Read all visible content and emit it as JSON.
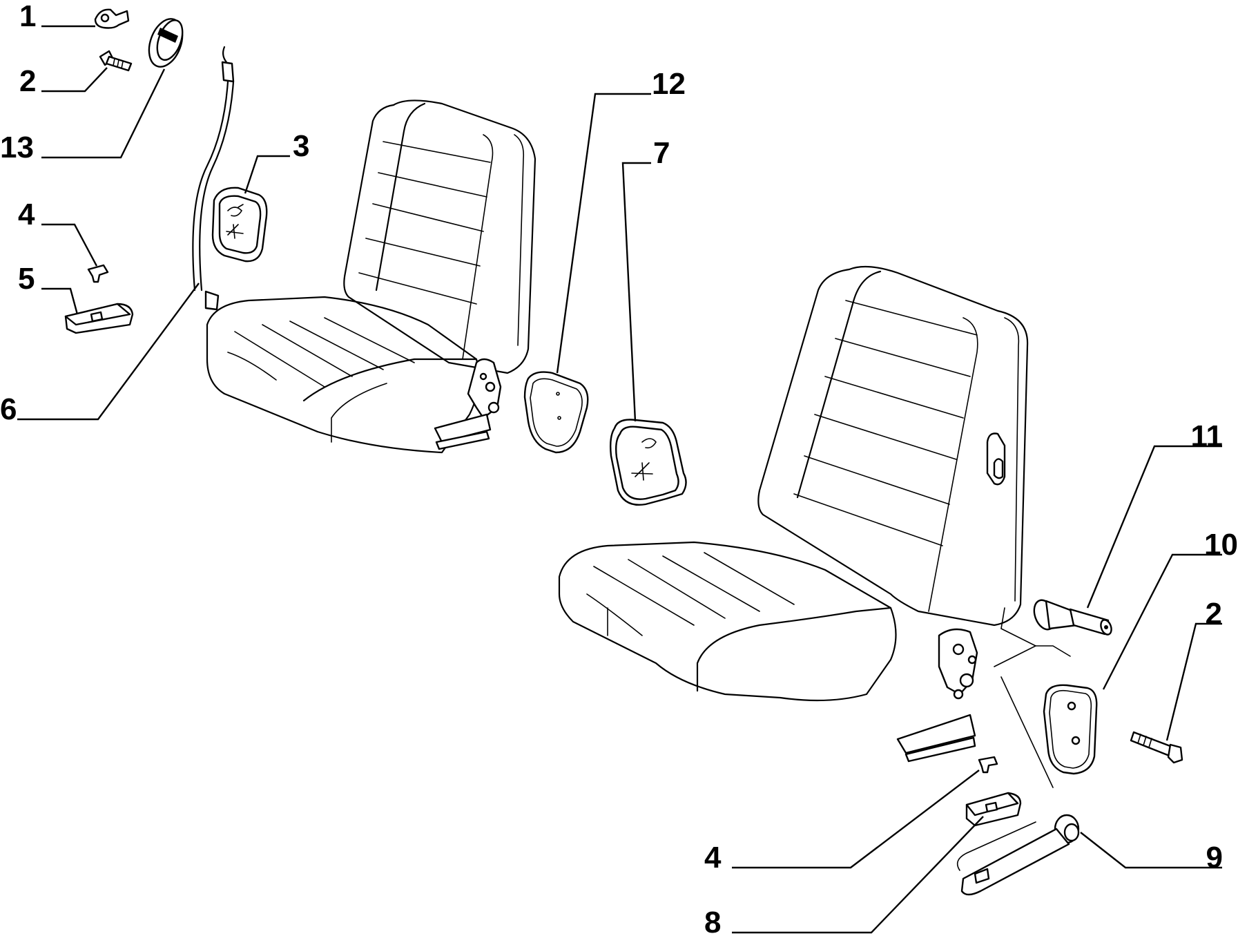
{
  "diagram": {
    "callouts": [
      {
        "id": "c1",
        "label": "1"
      },
      {
        "id": "c2a",
        "label": "2"
      },
      {
        "id": "c13",
        "label": "13"
      },
      {
        "id": "c3",
        "label": "3"
      },
      {
        "id": "c4a",
        "label": "4"
      },
      {
        "id": "c5",
        "label": "5"
      },
      {
        "id": "c6",
        "label": "6"
      },
      {
        "id": "c12",
        "label": "12"
      },
      {
        "id": "c7",
        "label": "7"
      },
      {
        "id": "c11",
        "label": "11"
      },
      {
        "id": "c10",
        "label": "10"
      },
      {
        "id": "c2b",
        "label": "2"
      },
      {
        "id": "c4b",
        "label": "4"
      },
      {
        "id": "c9",
        "label": "9"
      },
      {
        "id": "c8",
        "label": "8"
      }
    ]
  }
}
